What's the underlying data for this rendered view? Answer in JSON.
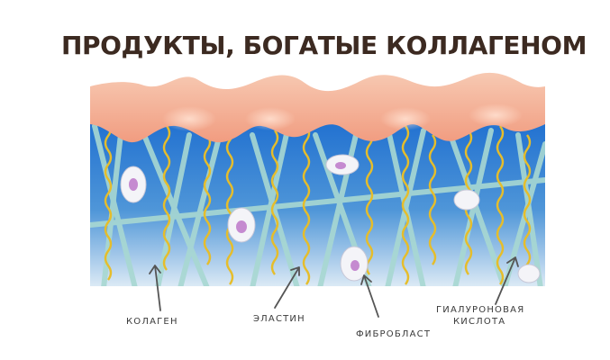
{
  "title": "ПРОДУКТЫ, БОГАТЫЕ КОЛЛАГЕНОМ",
  "labels": {
    "collagen": "КОЛАГЕН",
    "elastin": "ЭЛАСТИН",
    "fibroblast": "ФИБРОБЛАСТ",
    "hyaluronic_1": "ГИАЛУРОНОВАЯ",
    "hyaluronic_2": "КИСЛОТА"
  },
  "colors": {
    "title": "#3c2a21",
    "skin_surface": "#f5b8a0",
    "tissue_blue": "#2f7fd0",
    "collagen_fiber": "#a8d8d2",
    "elastin_fiber": "#e8c030",
    "cell": "#f4f4f8"
  }
}
